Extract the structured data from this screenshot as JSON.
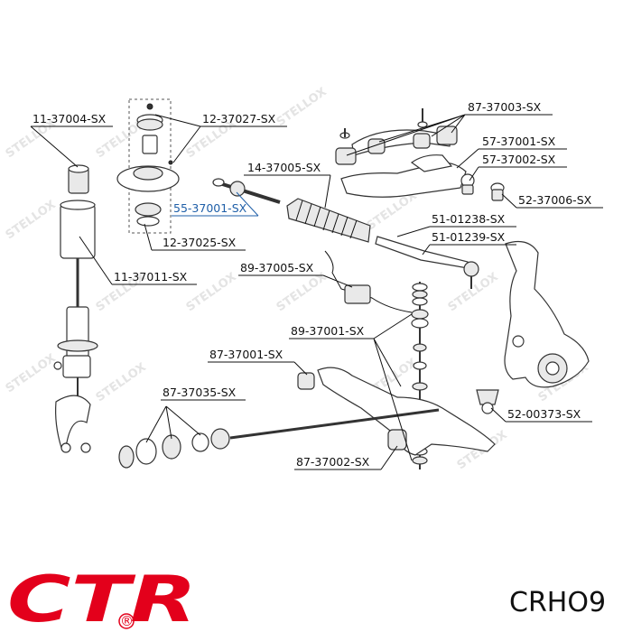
{
  "watermark": "STELLOX",
  "brand": {
    "name": "CTR",
    "registered_mark": "®",
    "color": "#e3001b"
  },
  "code": "CRHO9",
  "highlight_color": "#1f5fa8",
  "labels": [
    {
      "id": "l1",
      "text": "11-37004-SX"
    },
    {
      "id": "l2",
      "text": "12-37027-SX"
    },
    {
      "id": "l3",
      "text": "87-37003-SX"
    },
    {
      "id": "l4",
      "text": "57-37001-SX"
    },
    {
      "id": "l5",
      "text": "57-37002-SX"
    },
    {
      "id": "l6",
      "text": "14-37005-SX"
    },
    {
      "id": "l7",
      "text": "55-37001-SX",
      "highlight": true
    },
    {
      "id": "l8",
      "text": "52-37006-SX"
    },
    {
      "id": "l9",
      "text": "12-37025-SX"
    },
    {
      "id": "l10",
      "text": "51-01238-SX"
    },
    {
      "id": "l11",
      "text": "51-01239-SX"
    },
    {
      "id": "l12",
      "text": "11-37011-SX"
    },
    {
      "id": "l13",
      "text": "89-37005-SX"
    },
    {
      "id": "l14",
      "text": "89-37001-SX"
    },
    {
      "id": "l15",
      "text": "87-37001-SX"
    },
    {
      "id": "l16",
      "text": "87-37035-SX"
    },
    {
      "id": "l17",
      "text": "52-00373-SX"
    },
    {
      "id": "l18",
      "text": "87-37002-SX"
    }
  ]
}
